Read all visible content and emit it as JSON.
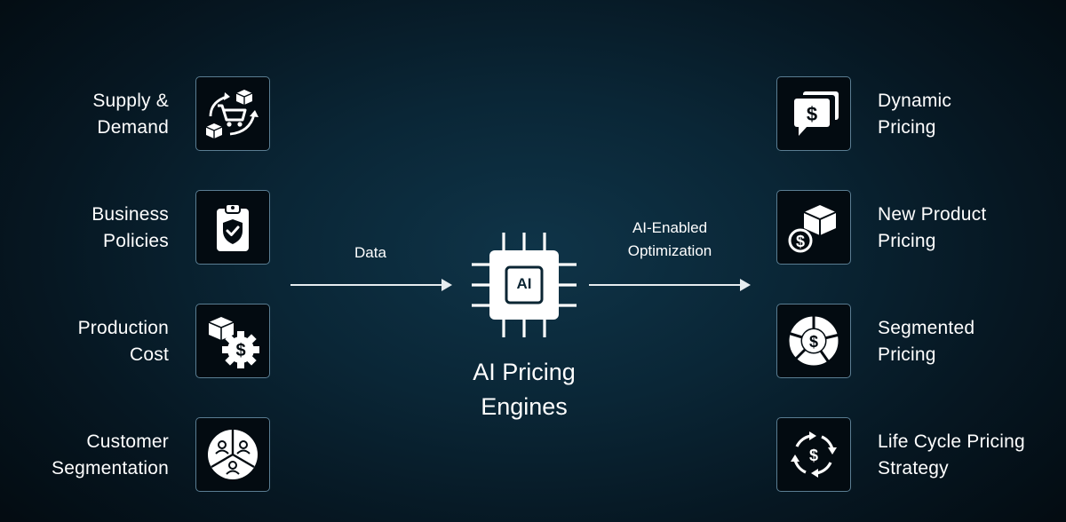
{
  "inputs": [
    {
      "line1": "Supply &",
      "line2": "Demand",
      "icon": "supply-demand-icon"
    },
    {
      "line1": "Business",
      "line2": "Policies",
      "icon": "clipboard-shield-icon"
    },
    {
      "line1": "Production",
      "line2": "Cost",
      "icon": "box-gear-dollar-icon"
    },
    {
      "line1": "Customer",
      "line2": "Segmentation",
      "icon": "customer-segments-icon"
    }
  ],
  "outputs": [
    {
      "line1": "Dynamic",
      "line2": "Pricing",
      "icon": "price-chat-icon"
    },
    {
      "line1": "New Product",
      "line2": "Pricing",
      "icon": "box-dollar-icon"
    },
    {
      "line1": "Segmented",
      "line2": "Pricing",
      "icon": "segmented-donut-dollar-icon"
    },
    {
      "line1": "Life Cycle Pricing",
      "line2": "Strategy",
      "icon": "cycle-dollar-icon"
    }
  ],
  "center": {
    "chip_text": "AI",
    "title_line1": "AI Pricing",
    "title_line2": "Engines",
    "chip_icon": "ai-chip-icon"
  },
  "arrows": {
    "left_label": "Data",
    "right_label_line1": "AI-Enabled",
    "right_label_line2": "Optimization"
  },
  "colors": {
    "box_border": "#5a7d92",
    "background": "#0a2636"
  }
}
